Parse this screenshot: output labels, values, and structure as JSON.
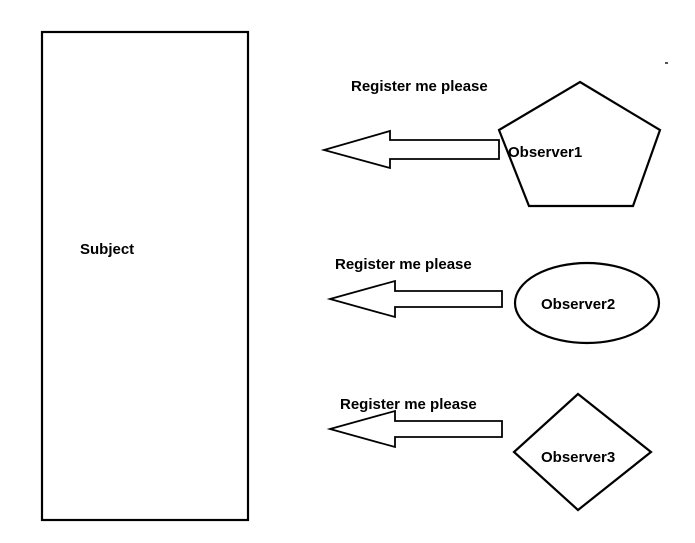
{
  "subject": {
    "label": "Subject"
  },
  "observers": [
    {
      "label": "Observer1",
      "shape": "pentagon",
      "message": "Register me please"
    },
    {
      "label": "Observer2",
      "shape": "ellipse",
      "message": "Register me please"
    },
    {
      "label": "Observer3",
      "shape": "diamond",
      "message": "Register me please"
    }
  ],
  "colors": {
    "stroke": "#000000",
    "fill": "#ffffff",
    "text": "#000000"
  }
}
